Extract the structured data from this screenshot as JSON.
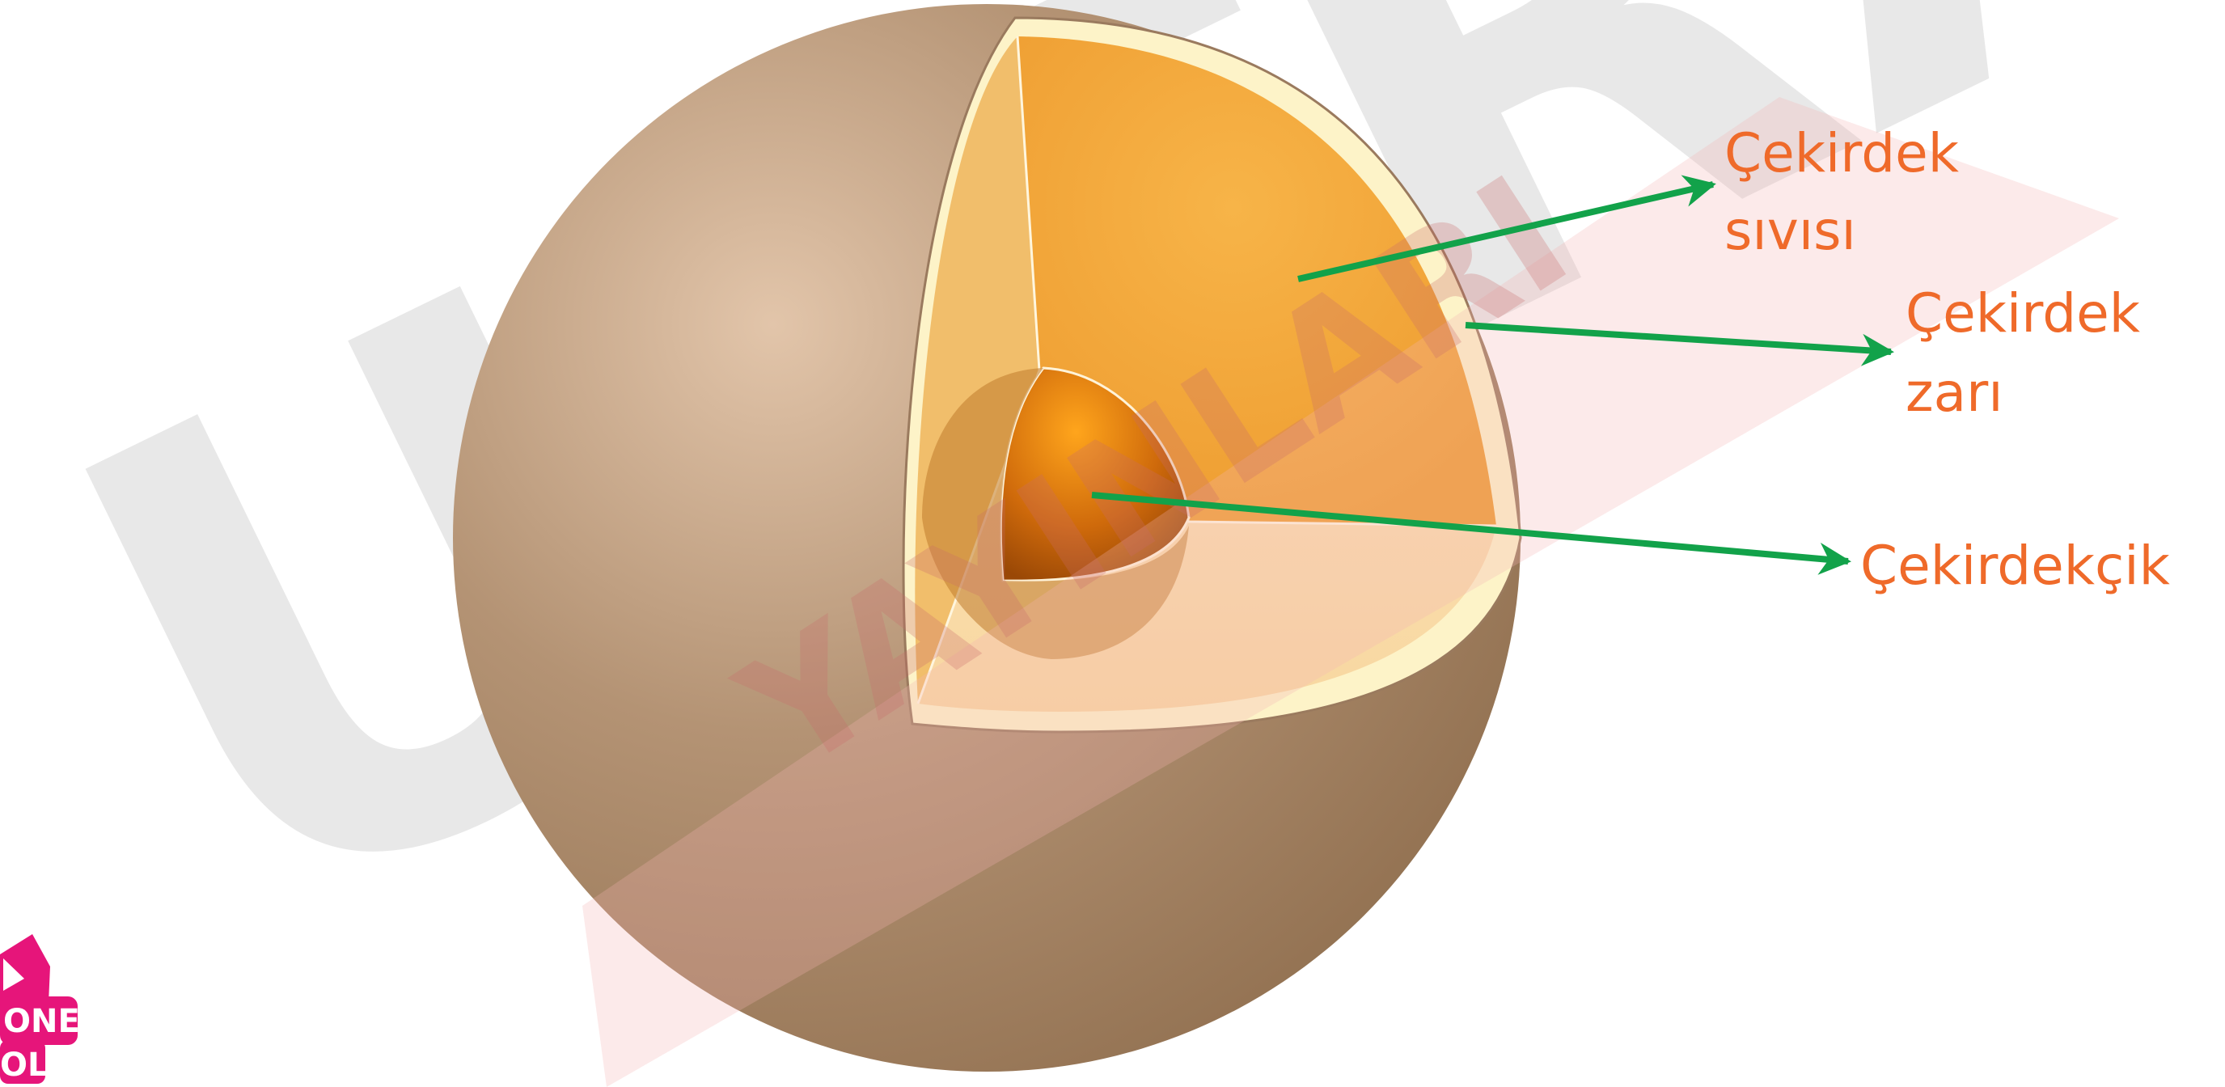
{
  "diagram": {
    "labels": {
      "nucleus_fluid_line1": "Çekirdek",
      "nucleus_fluid_line2": "sıvısı",
      "nuclear_membrane_line1": "Çekirdek",
      "nuclear_membrane_line2": "zarı",
      "nucleolus": "Çekirdekçik"
    }
  },
  "watermark": {
    "main_text": "ULTRA",
    "secondary_text": "YAYINLARI",
    "logo_line1": "ONE",
    "logo_line2": "OL"
  },
  "colors": {
    "label_text": "#ef6a2a",
    "arrow": "#12a24a",
    "cell_outer": "#a27f60",
    "cytoplasm": "#f2a63a",
    "membrane": "#fdf3c8",
    "nucleolus": "#d8700c",
    "logo": "#e6157a"
  }
}
